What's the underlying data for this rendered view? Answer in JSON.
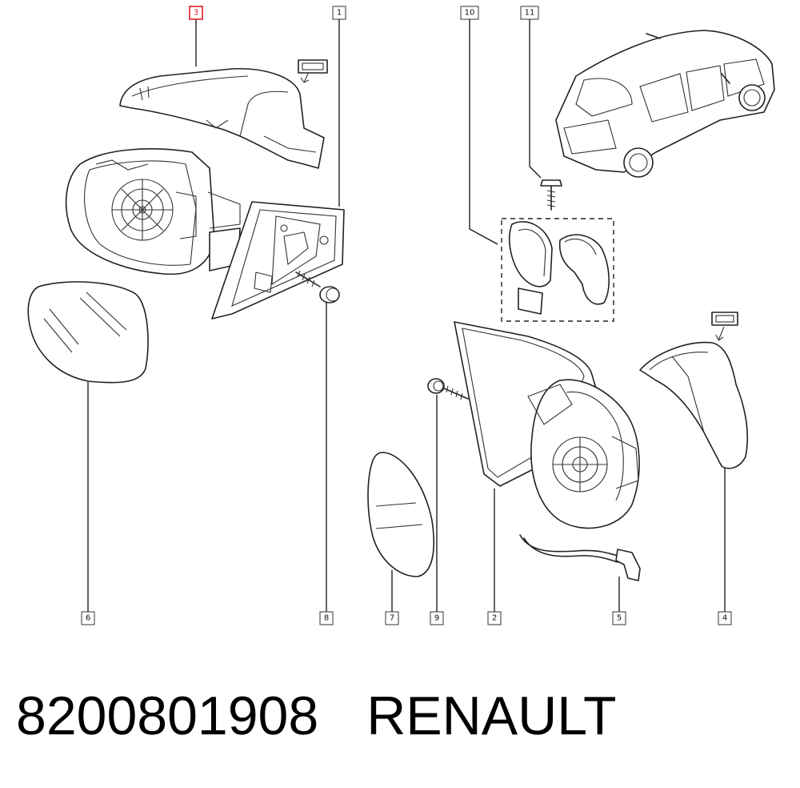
{
  "diagram": {
    "highlight_callout": "3",
    "callouts": [
      {
        "id": "1",
        "label": "1"
      },
      {
        "id": "2",
        "label": "2"
      },
      {
        "id": "3",
        "label": "3"
      },
      {
        "id": "4",
        "label": "4"
      },
      {
        "id": "5",
        "label": "5"
      },
      {
        "id": "6",
        "label": "6"
      },
      {
        "id": "7",
        "label": "7"
      },
      {
        "id": "8",
        "label": "8"
      },
      {
        "id": "9",
        "label": "9"
      },
      {
        "id": "10",
        "label": "10"
      },
      {
        "id": "11",
        "label": "11"
      }
    ],
    "colors": {
      "highlight": "#e0202a",
      "line": "#222222"
    }
  },
  "footer": {
    "part_number": "8200801908",
    "brand": "RENAULT"
  }
}
